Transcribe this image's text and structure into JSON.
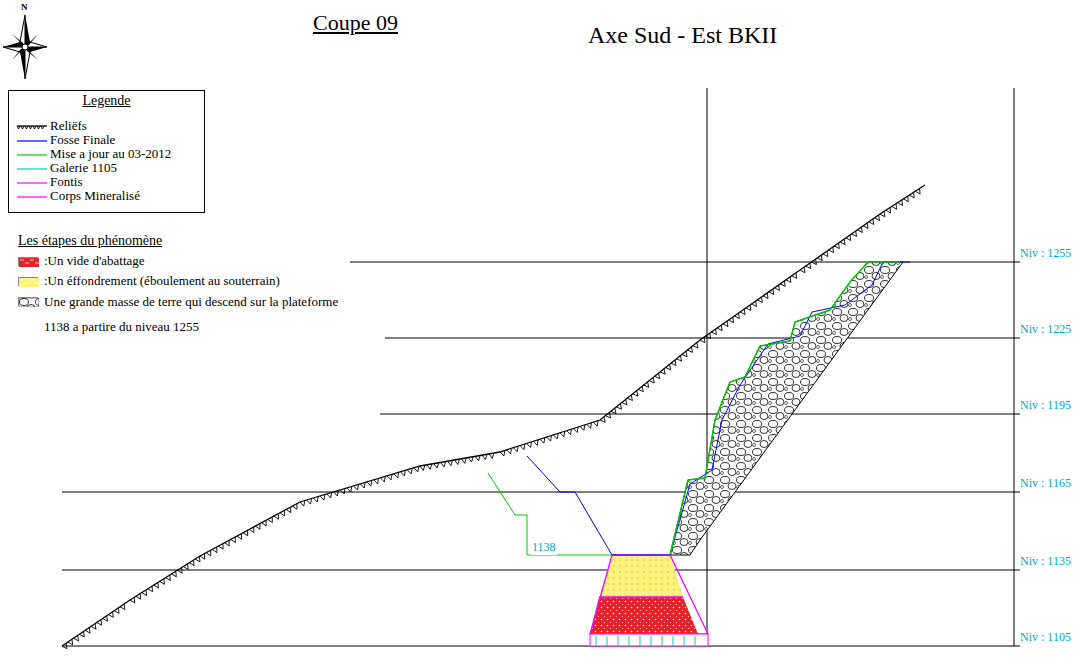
{
  "diagram": {
    "title": "Coupe 09",
    "nodes": [
      {
        "text": [
          "Legende"
        ]
      }
    ],
    "labels": [
      "Axe Sud - Est BKII",
      "N",
      "Les étapes du phénomène",
      "1138",
      "Niv : 1255",
      "Niv : 1225",
      "Niv : 1195",
      "Niv : 1165",
      "Niv : 1135",
      "Niv : 1105"
    ],
    "legend": [
      {
        "text": "Reliëfs"
      },
      {
        "text": "Fosse Finale"
      },
      {
        "text": "Mise a jour au 03-2012"
      },
      {
        "text": "Galerie 1105"
      },
      {
        "text": "Fontis"
      },
      {
        "text": "Corps Mineralisé"
      },
      {
        "text": ":Un vide d'abattage",
        "color": "#e8202a"
      },
      {
        "text": ":Un éffondrement (éboulement au souterrain)",
        "color": "#fff27a"
      },
      {
        "text": "Une grande masse de terre qui descend sur la plateforme 1138 a partire du niveau 1255"
      }
    ]
  }
}
